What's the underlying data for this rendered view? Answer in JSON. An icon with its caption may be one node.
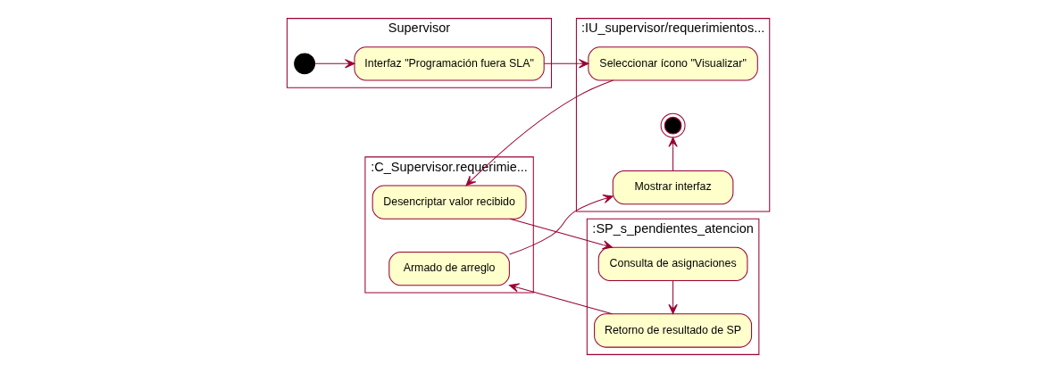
{
  "diagram": {
    "nodes": [
      {
        "text": [
          "Supervisor"
        ]
      },
      {
        "text": [
          ":IU_supervisor/requerimientos..."
        ]
      },
      {
        "text": [
          ":C_Supervisor.requerimie..."
        ]
      },
      {
        "text": [
          ":SP_s_pendientes_atencion"
        ]
      },
      {
        "text": [],
        "shape": "circle",
        "in": 0
      },
      {
        "text": [
          "Interfaz \"Programación fuera SLA\""
        ],
        "in": 0
      },
      {
        "text": [
          "Seleccionar ícono \"Visualizar\""
        ],
        "in": 1
      },
      {
        "text": [
          "Mostrar interfaz"
        ],
        "in": 1
      },
      {
        "text": [],
        "shape": "circle",
        "in": 1
      },
      {
        "text": [
          "Desencriptar valor recibido"
        ],
        "in": 2
      },
      {
        "text": [
          "Armado de arreglo"
        ],
        "in": 2
      },
      {
        "text": [
          "Consulta de asignaciones"
        ],
        "in": 3
      },
      {
        "text": [
          "Retorno de resultado de SP"
        ],
        "in": 3
      }
    ],
    "edges": [
      {
        "from": 4,
        "to": 5,
        "arrow": "to"
      },
      {
        "from": 5,
        "to": 6,
        "arrow": "to"
      },
      {
        "from": 6,
        "to": 9,
        "arrow": "to"
      },
      {
        "from": 9,
        "to": 11,
        "arrow": "to"
      },
      {
        "from": 11,
        "to": 12,
        "arrow": "to"
      },
      {
        "from": 12,
        "to": 10,
        "arrow": "to"
      },
      {
        "from": 10,
        "to": 7,
        "arrow": "to"
      },
      {
        "from": 7,
        "to": 8,
        "arrow": "to"
      }
    ]
  }
}
